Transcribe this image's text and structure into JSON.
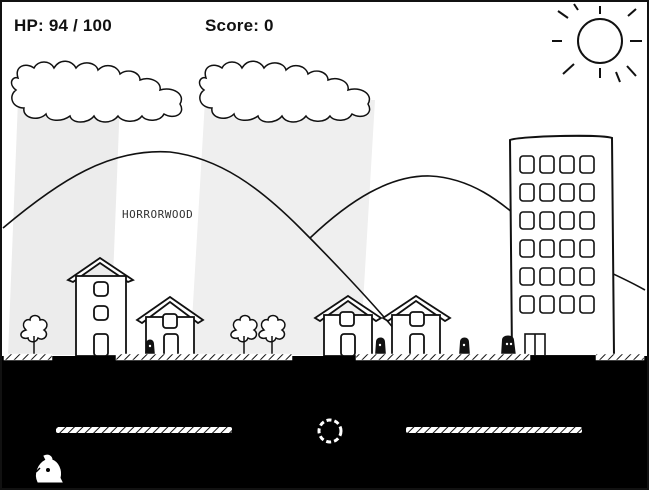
{
  "hud": {
    "hp_label": "HP:",
    "hp_value": "94 / 100",
    "score_label": "Score:",
    "score_value": "0"
  },
  "scene": {
    "hill_sign": "HORRORWOOD",
    "palette": {
      "sky": "#ffffff",
      "ground": "#000000",
      "ink": "#111111",
      "light_beam": "#ececec"
    },
    "icons": [
      "sun-icon",
      "cloud-icon",
      "house-icon",
      "tree-icon",
      "skyscraper-icon",
      "ghost-icon",
      "crosshair-icon",
      "player-icon"
    ]
  }
}
